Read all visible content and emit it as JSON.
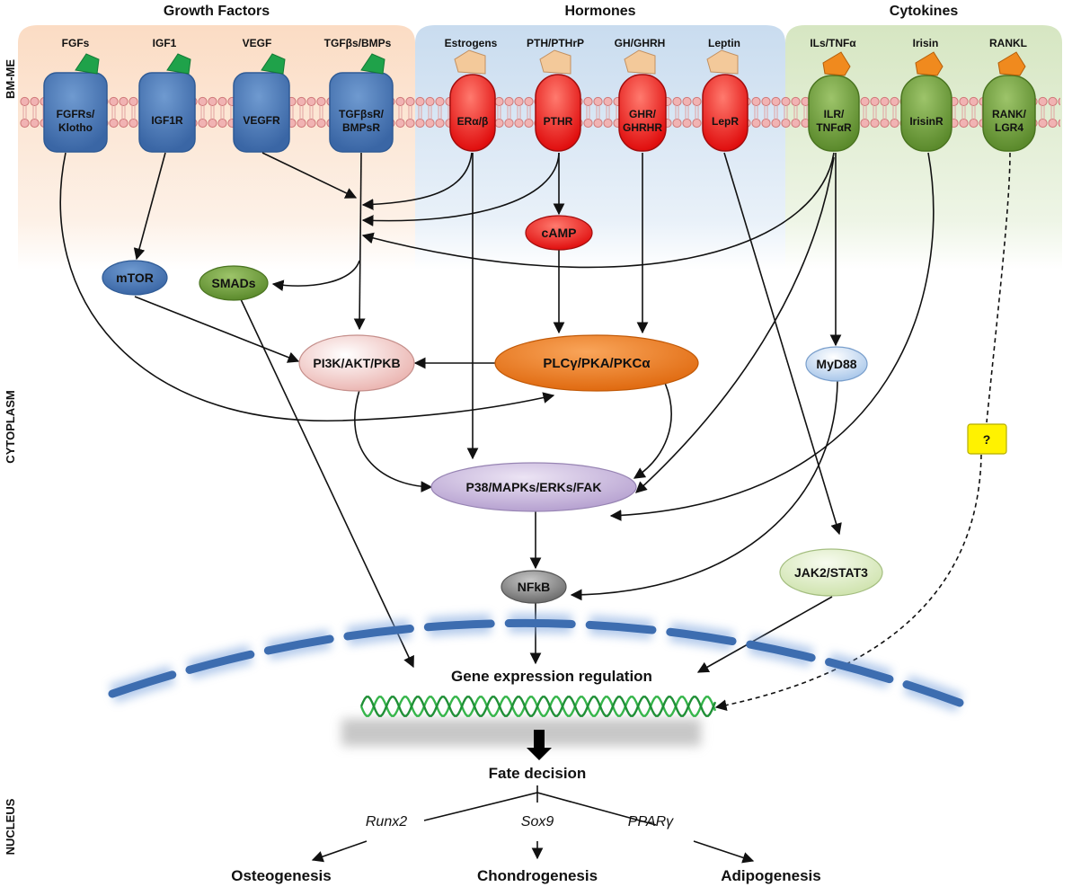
{
  "regions": {
    "growth": {
      "title": "Growth Factors"
    },
    "hormones": {
      "title": "Hormones"
    },
    "cytokines": {
      "title": "Cytokines"
    }
  },
  "side_labels": {
    "bmme": "BM-ME",
    "cytoplasm": "CYTOPLASM",
    "nucleus": "NUCLEUS"
  },
  "ligands": {
    "fgfs": "FGFs",
    "igf1": "IGF1",
    "vegf": "VEGF",
    "tgfb": "TGFβs/BMPs",
    "estrogens": "Estrogens",
    "pth": "PTH/PTHrP",
    "gh": "GH/GHRH",
    "leptin": "Leptin",
    "ils": "ILs/TNFα",
    "irisin": "Irisin",
    "rankl": "RANKL"
  },
  "receptors": {
    "fgfr": [
      "FGFRs/",
      "Klotho"
    ],
    "igf1r": [
      "IGF1R"
    ],
    "vegfr": [
      "VEGFR"
    ],
    "tgfbr": [
      "TGFβsR/",
      "BMPsR"
    ],
    "er": [
      "ERα/β"
    ],
    "pthr": [
      "PTHR"
    ],
    "ghr": [
      "GHR/",
      "GHRHR"
    ],
    "lepr": [
      "LepR"
    ],
    "ilr": [
      "ILR/",
      "TNFαR"
    ],
    "irisinr": [
      "IrisinR"
    ],
    "rank": [
      "RANK/",
      "LGR4"
    ]
  },
  "nodes": {
    "camp": "cAMP",
    "mtor": "mTOR",
    "smads": "SMADs",
    "pi3k": "PI3K/AKT/PKB",
    "plc": "PLCγ/PKA/PKCα",
    "myd88": "MyD88",
    "unknown": "?",
    "p38": "P38/MAPKs/ERKs/FAK",
    "nfkb": "NFkB",
    "jak": "JAK2/STAT3",
    "gene_reg": "Gene expression regulation",
    "fate": "Fate decision"
  },
  "genes": {
    "runx2": "Runx2",
    "sox9": "Sox9",
    "ppar": "PPARγ"
  },
  "outcomes": {
    "osteo": "Osteogenesis",
    "chondro": "Chondrogenesis",
    "adipo": "Adipogenesis"
  },
  "colors": {
    "growth_bg": "#fbdcc4",
    "hormone_bg": "#c9dcef",
    "cytokine_bg": "#d6e6c2",
    "receptor_blue": "#4f7fbe",
    "receptor_red": "#ee1c1c",
    "receptor_green": "#6f9a3a",
    "ligand_green": "#1fa24a",
    "ligand_tan": "#f3c99a",
    "ligand_orange": "#f08a1e",
    "membrane": "#e79a9a",
    "nuclear_membrane": "#3d6db0",
    "dna": "#35b54a"
  }
}
